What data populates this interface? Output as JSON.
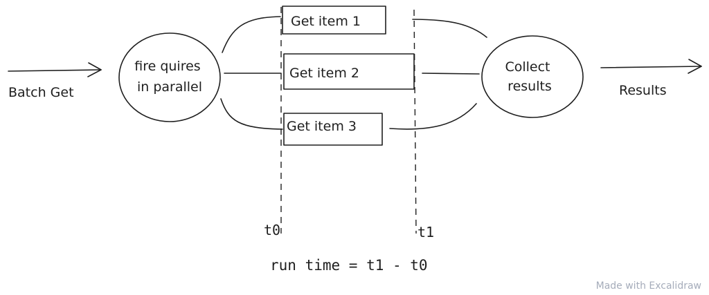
{
  "input_label": "Batch Get",
  "fire_node_lines": [
    "fire quires",
    "in parallel"
  ],
  "tasks": [
    {
      "label": "Get item 1"
    },
    {
      "label": "Get item 2"
    },
    {
      "label": "Get item 3"
    }
  ],
  "collect_node_lines": [
    "Collect",
    "results"
  ],
  "output_label": "Results",
  "time_markers": {
    "start": "t0",
    "end": "t1"
  },
  "formula": "run time = t1 - t0",
  "watermark": "Made with Excalidraw"
}
